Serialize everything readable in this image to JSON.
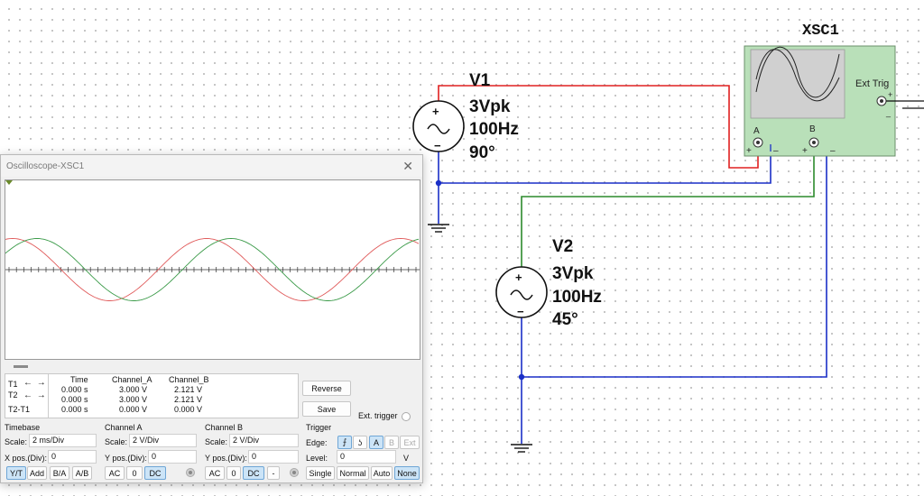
{
  "schematic": {
    "v1": {
      "name": "V1",
      "amplitude": "3Vpk",
      "frequency": "100Hz",
      "phase": "90°"
    },
    "v2": {
      "name": "V2",
      "amplitude": "3Vpk",
      "frequency": "100Hz",
      "phase": "45°"
    },
    "scope": {
      "name": "XSC1",
      "ext_trig": "Ext Trig",
      "channel_a": "A",
      "channel_b": "B",
      "plus": "+",
      "minus": "_",
      "minus_alt": "–"
    },
    "colors": {
      "wire_red": "#e02020",
      "wire_blue": "#1a2fc7",
      "wire_green": "#2c8a2c",
      "scope_body": "#b9e0b9"
    }
  },
  "window": {
    "title": "Oscilloscope-XSC1",
    "close_icon": "close-icon",
    "trace_colors": {
      "channel_a": "#e05a5a",
      "channel_b": "#3a9a48"
    }
  },
  "readout": {
    "headers": [
      "Time",
      "Channel_A",
      "Channel_B"
    ],
    "rows": [
      {
        "label": "T1",
        "time": "0.000 s",
        "a": "3.000 V",
        "b": "2.121 V"
      },
      {
        "label": "T2",
        "time": "0.000 s",
        "a": "3.000 V",
        "b": "2.121 V"
      },
      {
        "label": "T2-T1",
        "time": "0.000 s",
        "a": "0.000 V",
        "b": "0.000 V"
      }
    ],
    "arrows": "← →"
  },
  "buttons": {
    "reverse": "Reverse",
    "save": "Save",
    "ext_trigger": "Ext. trigger"
  },
  "timebase": {
    "title": "Timebase",
    "scale_label": "Scale:",
    "scale": "2 ms/Div",
    "xpos_label": "X pos.(Div):",
    "xpos": "0",
    "modes": [
      "Y/T",
      "Add",
      "B/A",
      "A/B"
    ],
    "selected_mode": "Y/T"
  },
  "channel_a": {
    "title": "Channel A",
    "scale_label": "Scale:",
    "scale": "2  V/Div",
    "ypos_label": "Y pos.(Div):",
    "ypos": "0",
    "coupling": [
      "AC",
      "0",
      "DC"
    ],
    "selected": "DC"
  },
  "channel_b": {
    "title": "Channel B",
    "scale_label": "Scale:",
    "scale": "2  V/Div",
    "ypos_label": "Y pos.(Div):",
    "ypos": "0",
    "coupling": [
      "AC",
      "0",
      "DC",
      "-"
    ],
    "selected": "DC"
  },
  "trigger": {
    "title": "Trigger",
    "edge_label": "Edge:",
    "edge_rise": "⨍",
    "edge_fall": "ʖ",
    "sources": [
      "A",
      "B",
      "Ext"
    ],
    "selected_source": "A",
    "level_label": "Level:",
    "level": "0",
    "level_unit": "V",
    "modes": [
      "Single",
      "Normal",
      "Auto",
      "None"
    ],
    "selected_mode": "None"
  }
}
